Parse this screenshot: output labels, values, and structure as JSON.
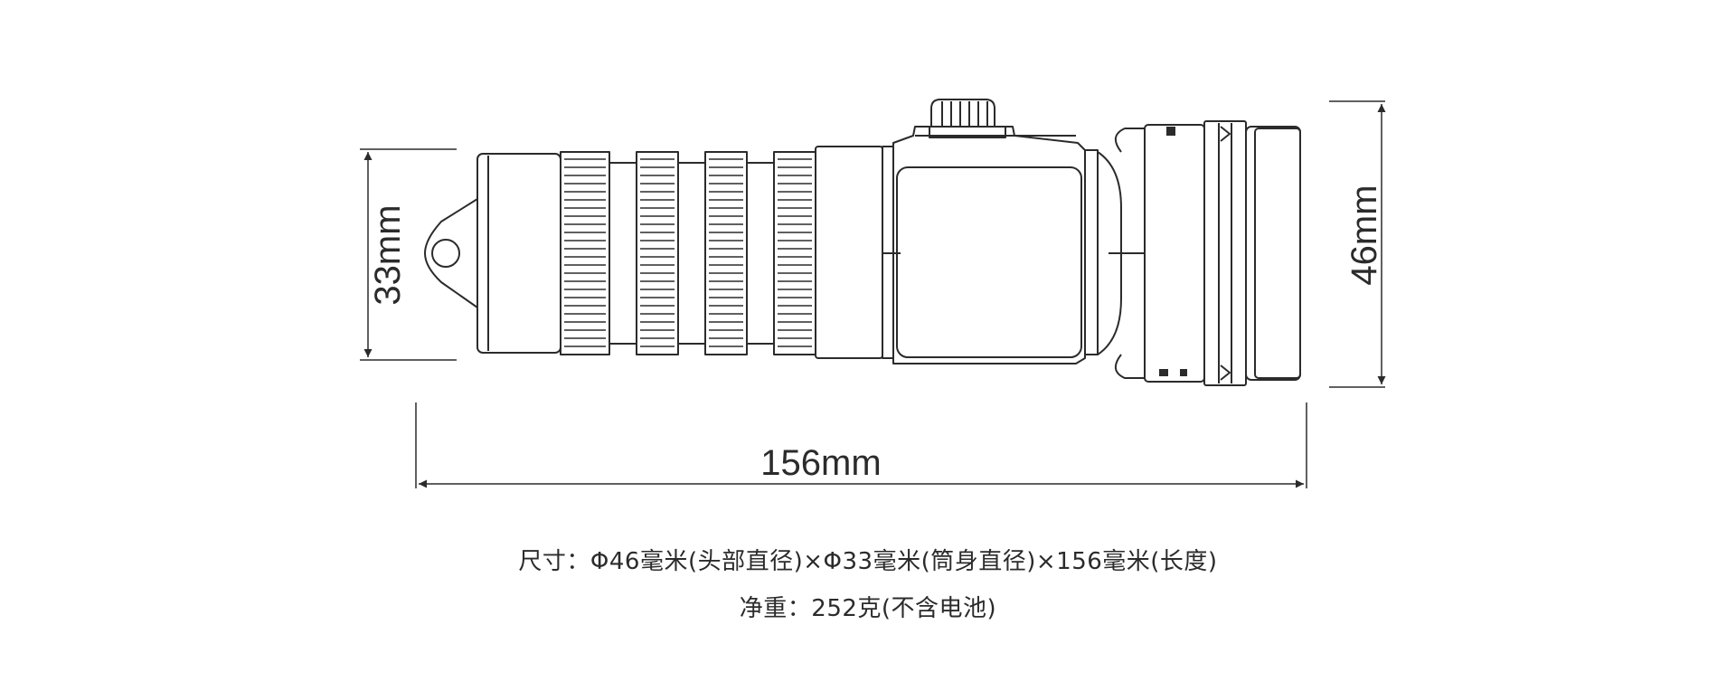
{
  "dimensions": {
    "height_left": "33mm",
    "height_right": "46mm",
    "length": "156mm"
  },
  "specs": {
    "size": "尺寸：Φ46毫米(头部直径)×Φ33毫米(筒身直径)×156毫米(长度)",
    "weight": "净重：252克(不含电池)"
  },
  "colors": {
    "line": "#2b2b2b",
    "background": "#ffffff"
  }
}
